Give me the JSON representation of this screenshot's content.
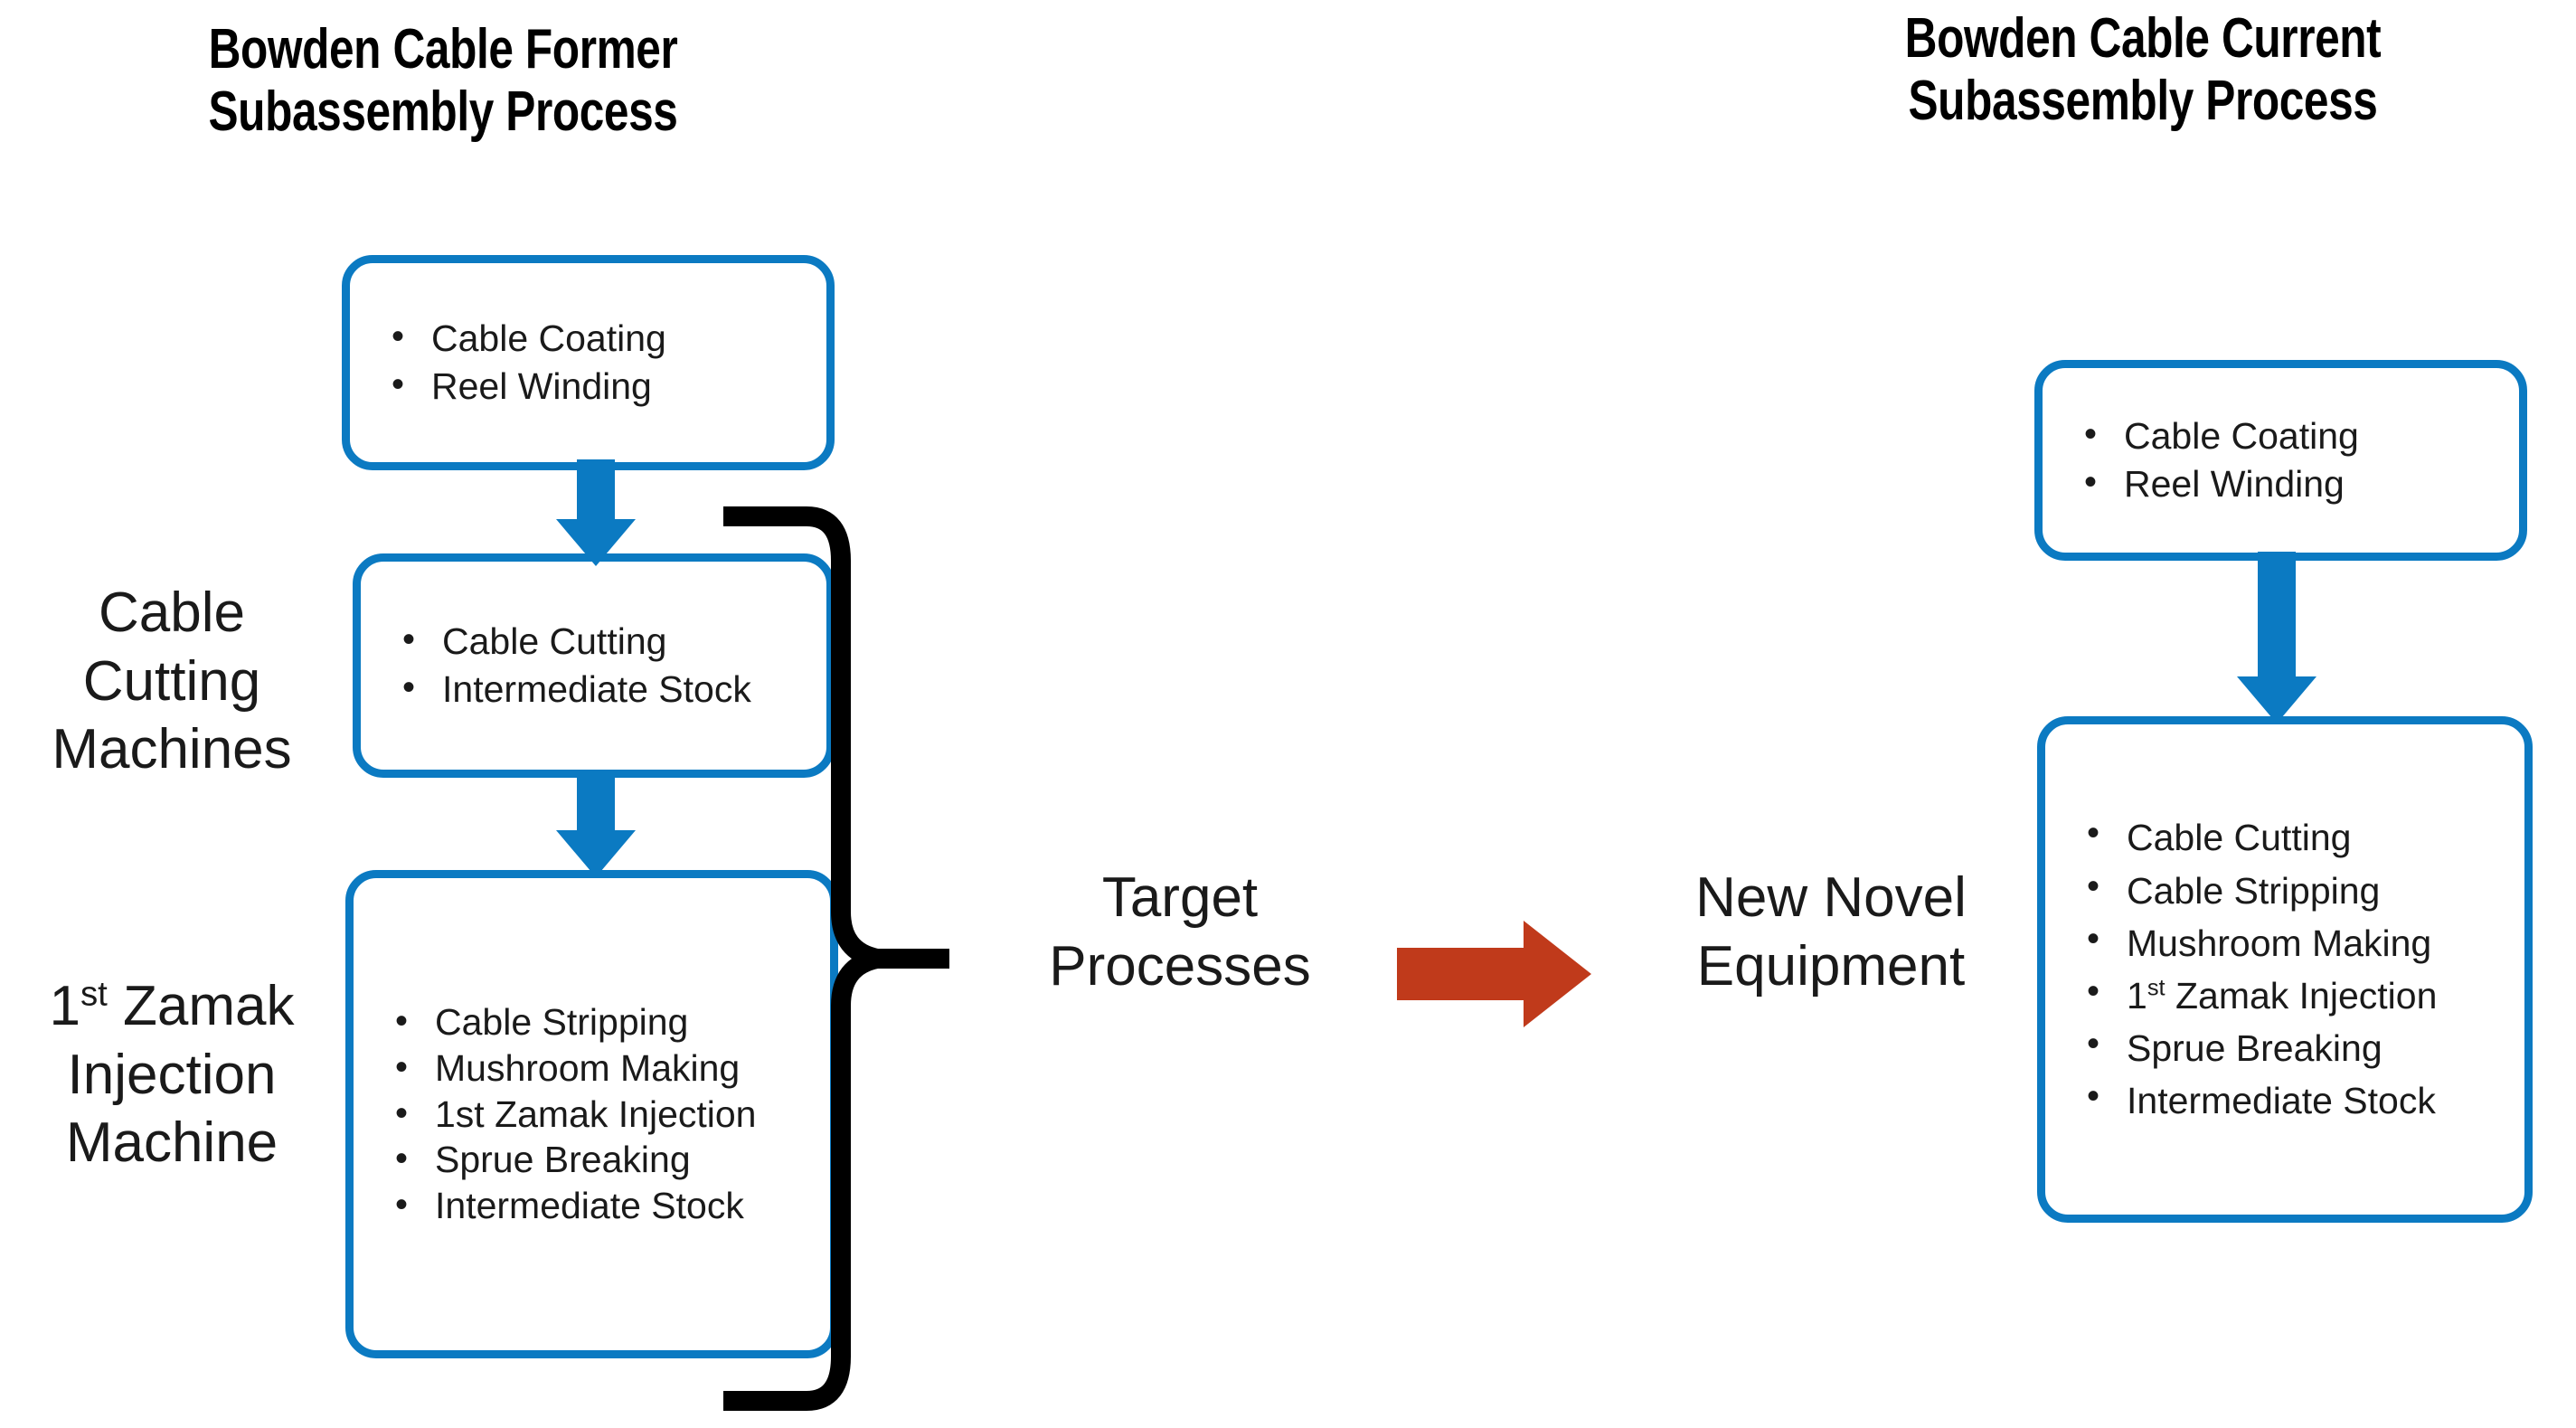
{
  "titles": {
    "left": "Bowden Cable Former\nSubassembly Process",
    "right": "Bowden Cable Current\nSubassembly Process"
  },
  "colors": {
    "box_border_blue": "#0b7ac2",
    "connector_arrow_blue": "#0b7ac2",
    "transition_arrow_orange": "#c03a1b",
    "brace_black": "#000000",
    "text_black": "#1a1a1a",
    "background": "#ffffff"
  },
  "left_flow": {
    "boxes": [
      {
        "id": "cable-coating-winding",
        "items": [
          "Cable Coating",
          "Reel Winding"
        ]
      },
      {
        "id": "cable-cutting-stock",
        "items": [
          "Cable Cutting",
          "Intermediate Stock"
        ]
      },
      {
        "id": "stripping-injection-stock",
        "items": [
          "Cable Stripping",
          "Mushroom Making",
          "1st Zamak Injection",
          "Sprue Breaking",
          "Intermediate Stock"
        ]
      }
    ],
    "side_labels": [
      {
        "id": "cable-cutting-machines",
        "text": "Cable\nCutting\nMachines"
      },
      {
        "id": "zamak-injection-machine",
        "text_pre": "1",
        "text_sup": "st",
        "text_post": " Zamak\nInjection\nMachine"
      }
    ]
  },
  "center": {
    "target_label": "Target\nProcesses",
    "new_equipment_label": "New Novel\nEquipment",
    "arrow_direction": "right"
  },
  "right_flow": {
    "boxes": [
      {
        "id": "cable-coating-winding",
        "items": [
          "Cable Coating",
          "Reel Winding"
        ]
      },
      {
        "id": "consolidated-process",
        "items": [
          "Cable Cutting",
          "Cable Stripping",
          "Mushroom Making",
          "1st Zamak Injection",
          "Sprue Breaking",
          "Intermediate Stock"
        ]
      }
    ]
  }
}
